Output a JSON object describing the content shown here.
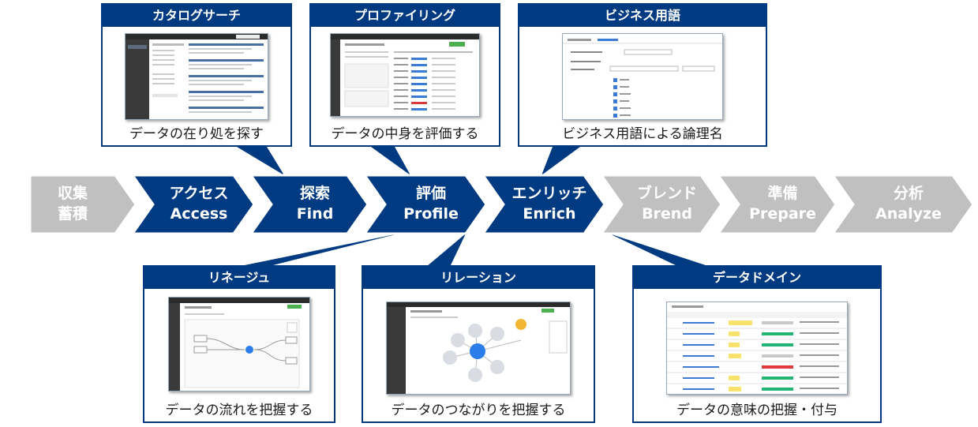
{
  "stages": [
    {
      "jp": "収集",
      "en": "蓄積",
      "active": false
    },
    {
      "jp": "アクセス",
      "en": "Access",
      "active": true
    },
    {
      "jp": "探索",
      "en": "Find",
      "active": true
    },
    {
      "jp": "評価",
      "en": "Profile",
      "active": true
    },
    {
      "jp": "エンリッチ",
      "en": "Enrich",
      "active": true
    },
    {
      "jp": "ブレンド",
      "en": "Brend",
      "active": false
    },
    {
      "jp": "準備",
      "en": "Prepare",
      "active": false
    },
    {
      "jp": "分析",
      "en": "Analyze",
      "active": false
    }
  ],
  "cards": {
    "catalog": {
      "title": "カタログサーチ",
      "caption": "データの在り処を探す"
    },
    "profiling": {
      "title": "プロファイリング",
      "caption": "データの中身を評価する"
    },
    "business": {
      "title": "ビジネス用語",
      "caption": "ビジネス用語による論理名"
    },
    "lineage": {
      "title": "リネージュ",
      "caption": "データの流れを把握する"
    },
    "relation": {
      "title": "リレーション",
      "caption": "データのつながりを把握する"
    },
    "domain": {
      "title": "データドメイン",
      "caption": "データの意味の把握・付与"
    }
  },
  "colors": {
    "active": "#003a80",
    "inactive": "#c0c0c0",
    "card_border": "#003a80"
  }
}
